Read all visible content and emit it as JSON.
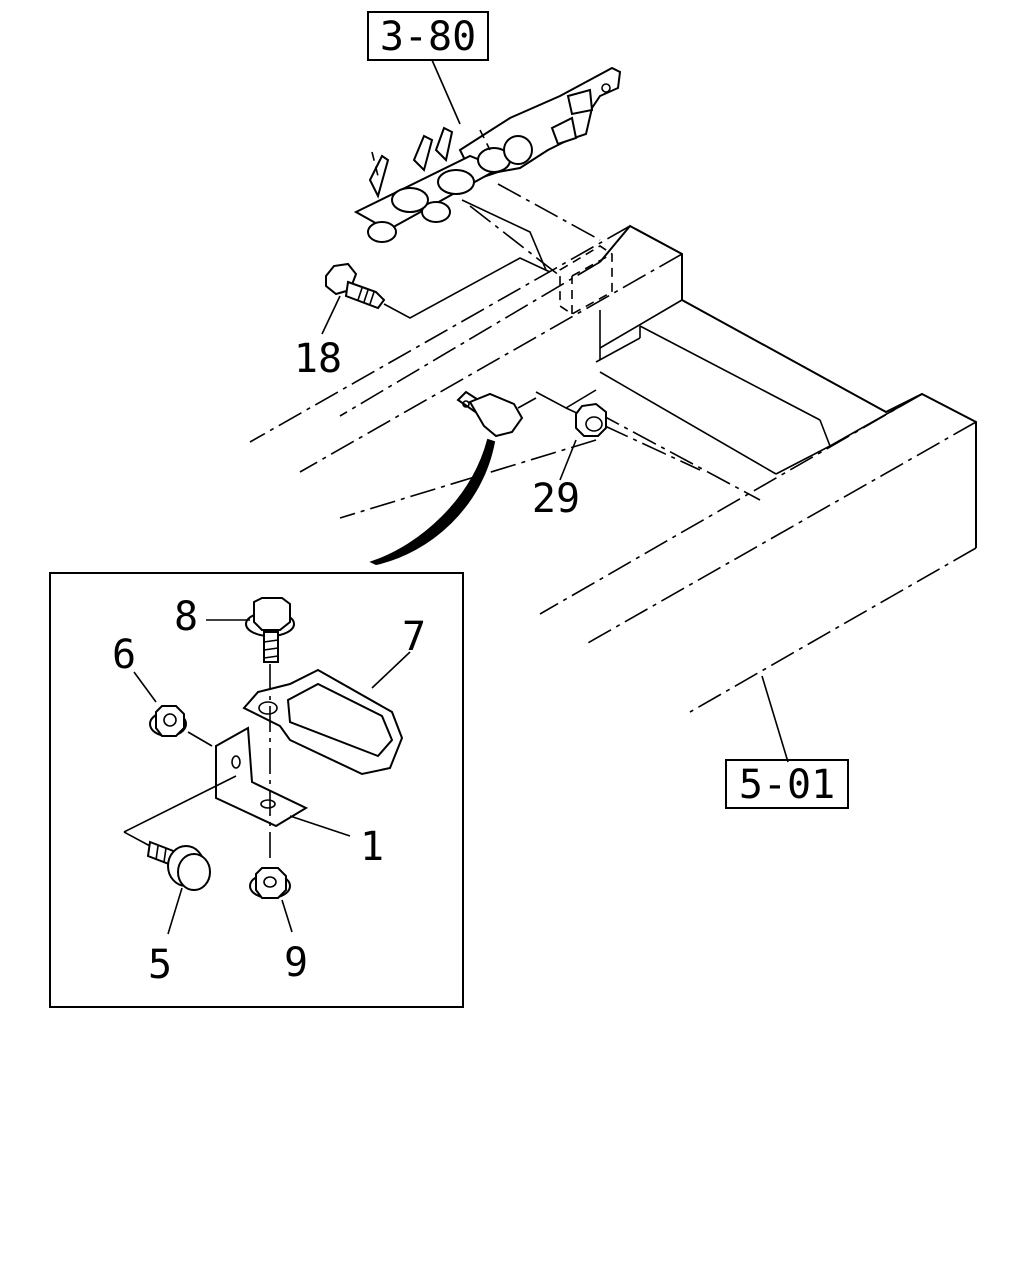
{
  "diagram": {
    "refs": {
      "top_ref": "3-80",
      "frame_ref": "5-01"
    },
    "parts": {
      "p18": "18",
      "p29": "29",
      "p8": "8",
      "p7": "7",
      "p6": "6",
      "p1": "1",
      "p5": "5",
      "p9": "9"
    }
  }
}
